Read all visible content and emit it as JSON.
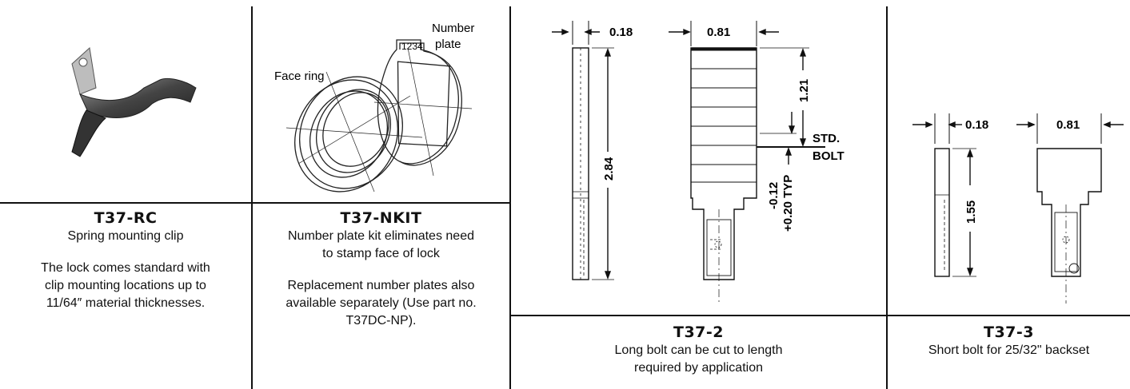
{
  "products": [
    {
      "name": "T37-RC",
      "description": "Spring mounting clip",
      "notes": [
        "The lock comes standard with",
        "clip mounting locations up to",
        "11/64″ material thicknesses."
      ]
    },
    {
      "name": "T37-NKIT",
      "description_lines": [
        "Number plate kit eliminates need",
        "to stamp face of lock"
      ],
      "notes": [
        "Replacement number plates also",
        "available separately (Use part no.",
        "T37DC-NP)."
      ],
      "labels": {
        "face_ring": "Face ring",
        "number_plate_1": "Number",
        "number_plate_2": "plate",
        "plate_number": "1234"
      }
    },
    {
      "name": "T37-2",
      "description_lines": [
        "Long bolt can be cut to length",
        "required by application"
      ],
      "dims": {
        "thickness": "0.18",
        "width": "0.81",
        "length": "2.84",
        "upper": "1.21",
        "std_1": "STD.",
        "std_2": "BOLT",
        "tol_1": "-0.12",
        "tol_2": "+0.20 TYP"
      }
    },
    {
      "name": "T37-3",
      "description": "Short bolt for 25/32\" backset",
      "dims": {
        "thickness": "0.18",
        "width": "0.81",
        "length": "1.55"
      }
    }
  ]
}
